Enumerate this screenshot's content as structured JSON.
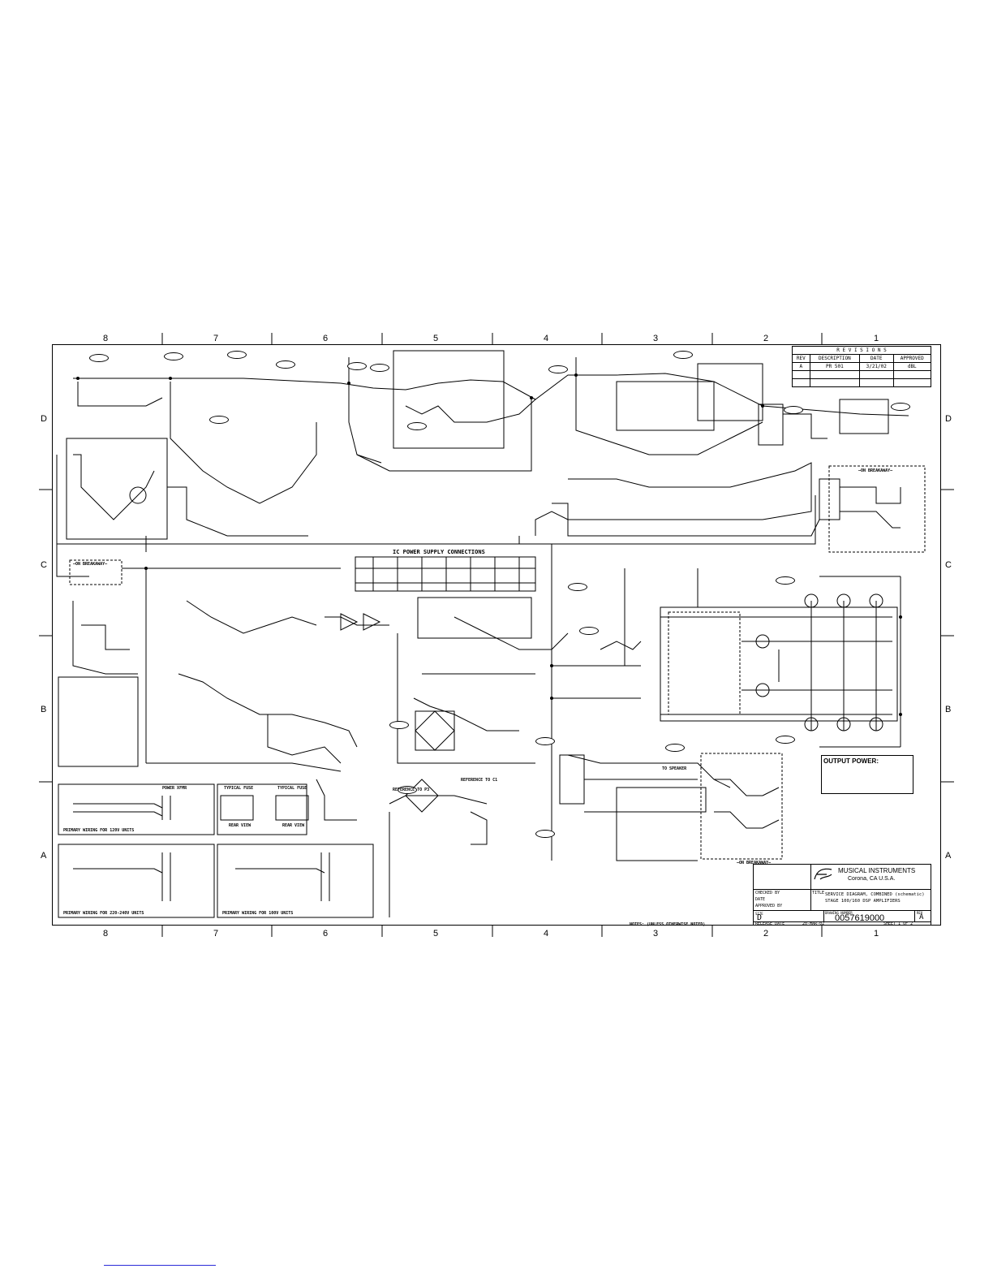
{
  "zones_top": [
    "8",
    "7",
    "6",
    "5",
    "4",
    "3",
    "2",
    "1"
  ],
  "zones_side": [
    "D",
    "C",
    "B",
    "A"
  ],
  "revisions": {
    "title": "R E V I S I O N S",
    "headers": [
      "REV",
      "DESCRIPTION",
      "DATE",
      "APPROVED"
    ],
    "rows": [
      {
        "rev": "A",
        "desc": "PR 501",
        "date": "3/21/02",
        "approved": "dBL"
      }
    ]
  },
  "title_block": {
    "company": "MUSICAL INSTRUMENTS",
    "location": "Corona, CA  U.S.A.",
    "title_label": "TITLE",
    "title_line1": "SERVICE DIAGRAM, COMBINED (schematic)",
    "title_line2": "STAGE 100/160 DSP AMPLIFIERS",
    "checked": "CHECKED BY",
    "approved": "APPROVED BY",
    "date": "DATE",
    "size_label": "SIZE",
    "size": "D",
    "dwg_label": "DRAWING NUMBER",
    "dwg_no": "0057619000",
    "rev_label": "REV",
    "rev": "A",
    "release": "RELEASE DATE",
    "release_date": "20-MAR-02",
    "sheet": "SHEET  1  OF  2"
  },
  "section_labels": {
    "ic_power": "IC POWER SUPPLY CONNECTIONS",
    "breakaway_1": "—ON BREAKAWAY—",
    "breakaway_2": "—ON BREAKAWAY—",
    "breakaway_3": "—ON BREAKAWAY—",
    "output_power": "OUTPUT POWER:",
    "to_speaker": "TO SPEAKER",
    "notes": "NOTES: (UNLESS OTHERWISE NOTED)",
    "wiring_120": "PRIMARY WIRING FOR 120V UNITS",
    "wiring_220": "PRIMARY WIRING FOR 220-240V UNITS",
    "wiring_100": "PRIMARY WIRING FOR 100V UNITS",
    "reference_p3": "REFERENCE TO P3",
    "reference_c1": "REFERENCE TO C1",
    "power_xfmr": "POWER XFMR",
    "fuse_120": "TYPICAL FUSE",
    "fuse_220": "TYPICAL FUSE",
    "rear_view_1": "REAR VIEW",
    "rear_view_2": "REAR VIEW"
  }
}
